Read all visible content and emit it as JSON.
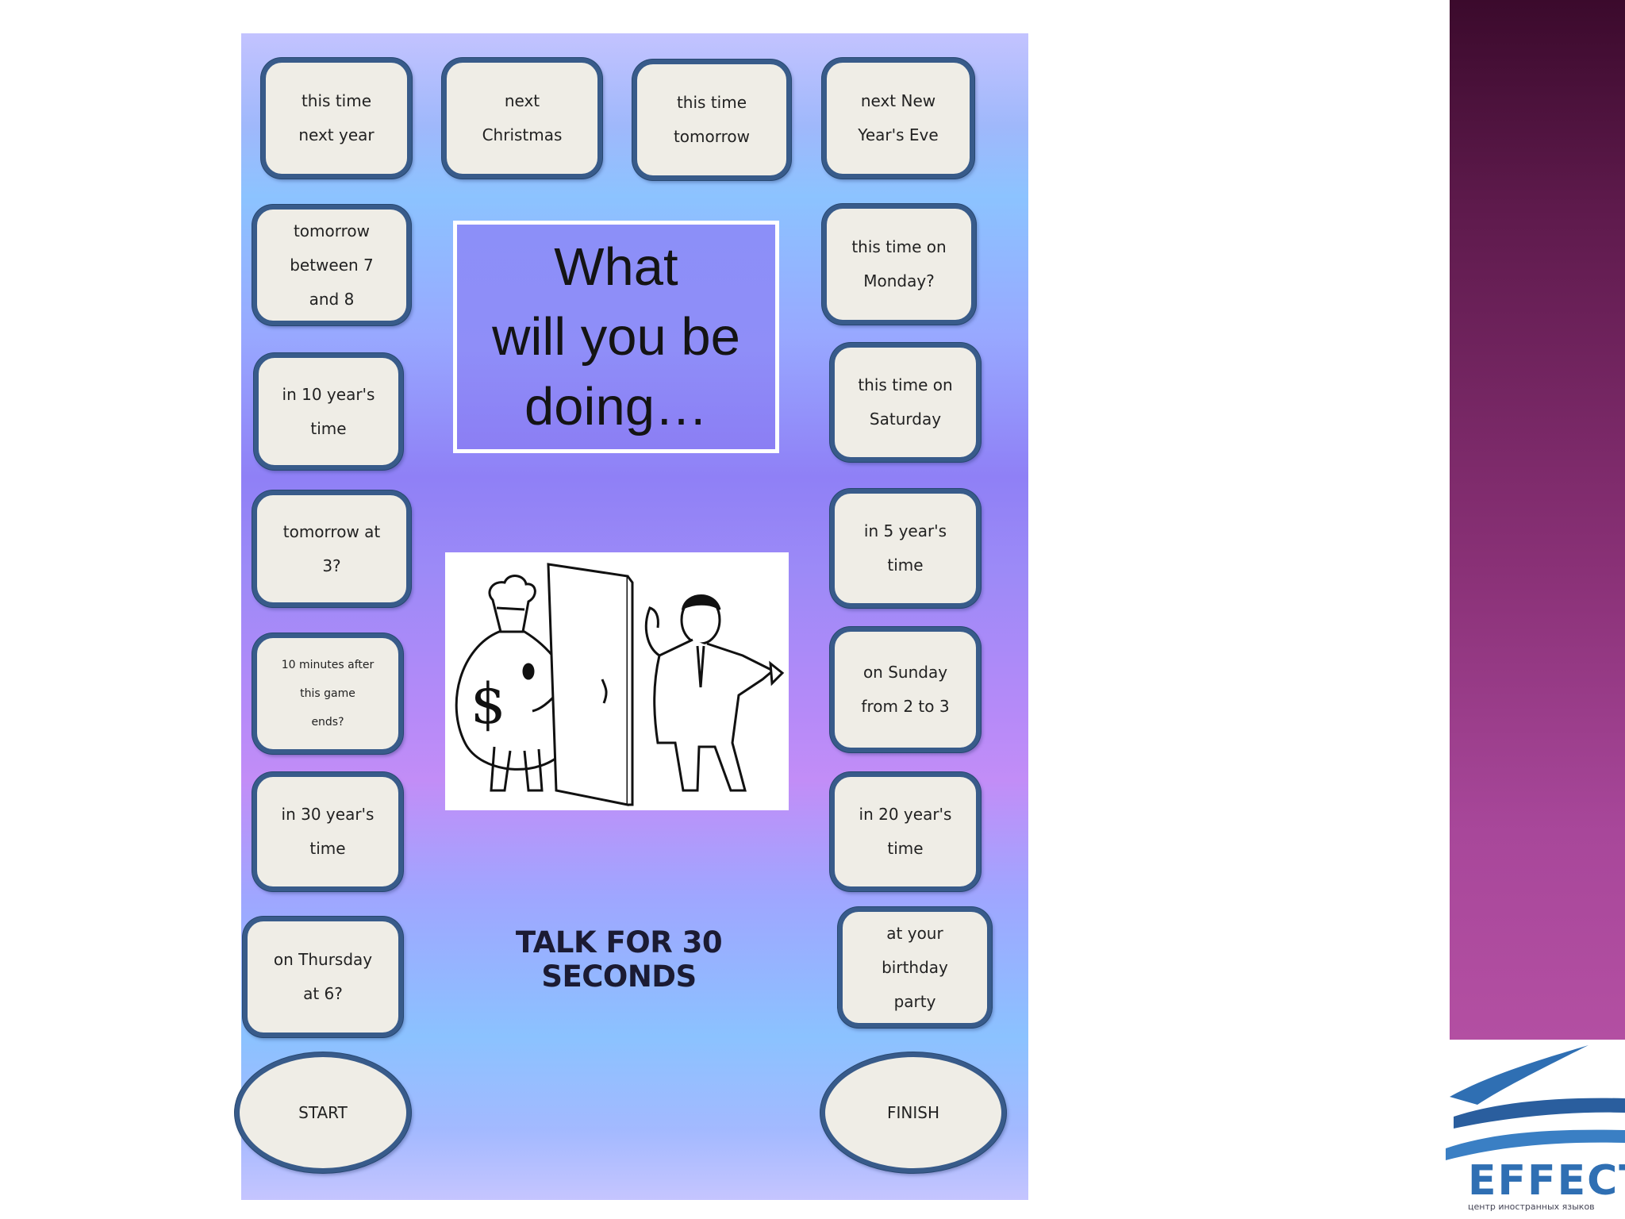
{
  "board": {
    "title_lines": [
      "What",
      "will you be",
      "doing…"
    ],
    "footer": "TALK FOR 30 SECONDS",
    "start_label": "START",
    "finish_label": "FINISH",
    "squares": [
      "this time\nnext year",
      "next\nChristmas",
      "this time\ntomorrow",
      "next New\nYear's Eve",
      "tomorrow\nbetween 7\nand 8",
      "this time on\nMonday?",
      "in 10 year's\ntime",
      "this time on\nSaturday",
      "tomorrow at\n3?",
      "in 5 year's\ntime",
      "10 minutes after\nthis game\nends?",
      "on Sunday\nfrom 2 to 3",
      "in 30 year's\ntime",
      "in 20 year's\ntime",
      "on Thursday\nat 6?",
      "at your\nbirthday\nparty"
    ]
  },
  "illustration": {
    "icons": [
      "money-bag-icon",
      "door-icon",
      "man-listening-icon"
    ],
    "bag_symbol": "$"
  },
  "logo": {
    "name": "EFFECT",
    "tagline": "центр иностранных языков"
  },
  "colors": {
    "square_border": "#385b8a",
    "square_fill": "#efede6",
    "side_panel": "#8a3177",
    "logo_blue": "#2f6fb3"
  }
}
